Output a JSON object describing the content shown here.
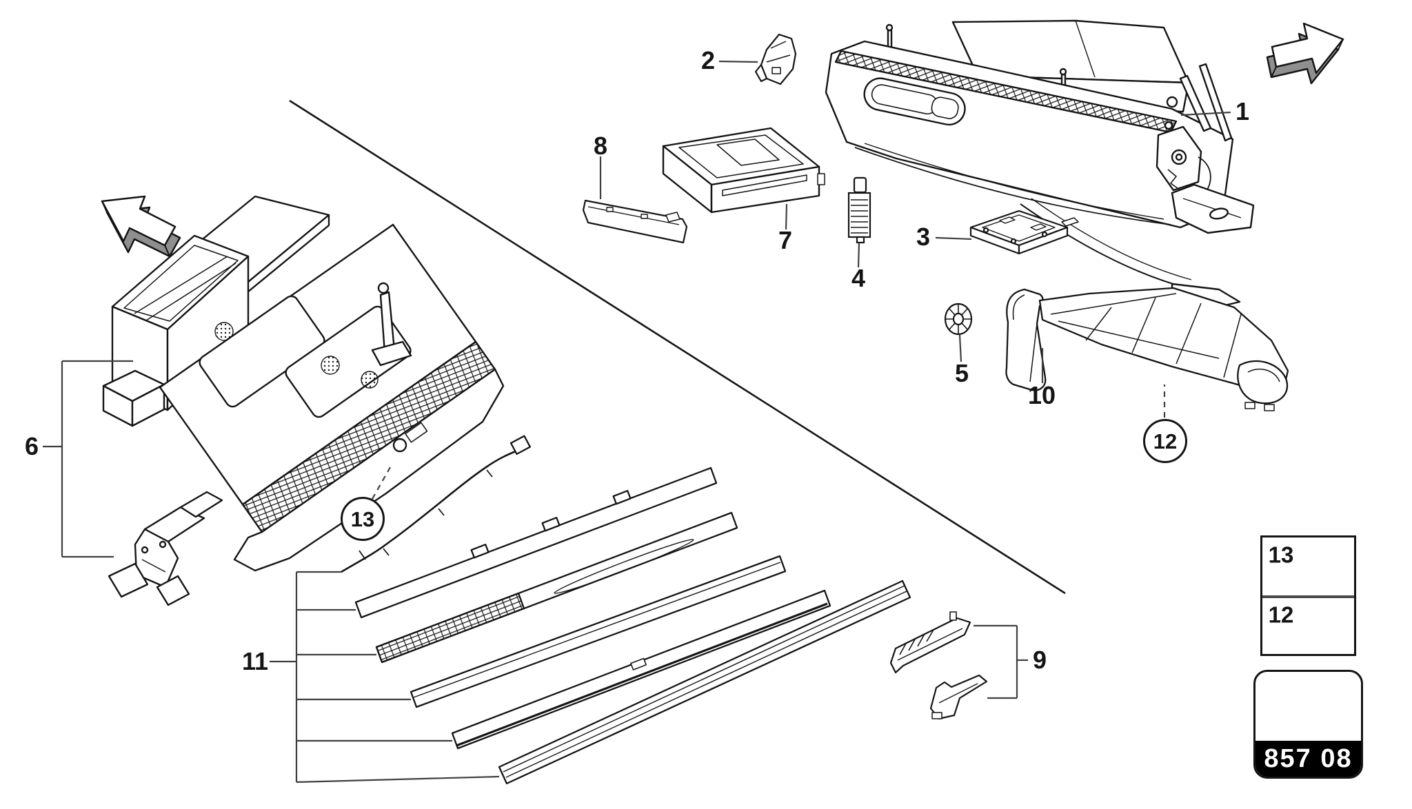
{
  "page_code": "857 08",
  "callouts": {
    "c1": "1",
    "c2": "2",
    "c3": "3",
    "c4": "4",
    "c5": "5",
    "c6": "6",
    "c7": "7",
    "c8": "8",
    "c9": "9",
    "c10": "10",
    "c11": "11",
    "circled13": "13",
    "circled12": "12"
  },
  "legend": {
    "rows": [
      {
        "ref": "13",
        "icon": "flanged-screw-icon"
      },
      {
        "ref": "12",
        "icon": "oval-head-trim-clip-icon"
      }
    ]
  },
  "nav": {
    "back_icon": "arrow-left-3d-icon",
    "forward_icon": "arrow-right-3d-icon"
  },
  "colors": {
    "line": "#141414",
    "paper": "#ffffff",
    "arrow_side": "#8f8f8f",
    "badge_bg": "#000000",
    "badge_text": "#ffffff"
  }
}
